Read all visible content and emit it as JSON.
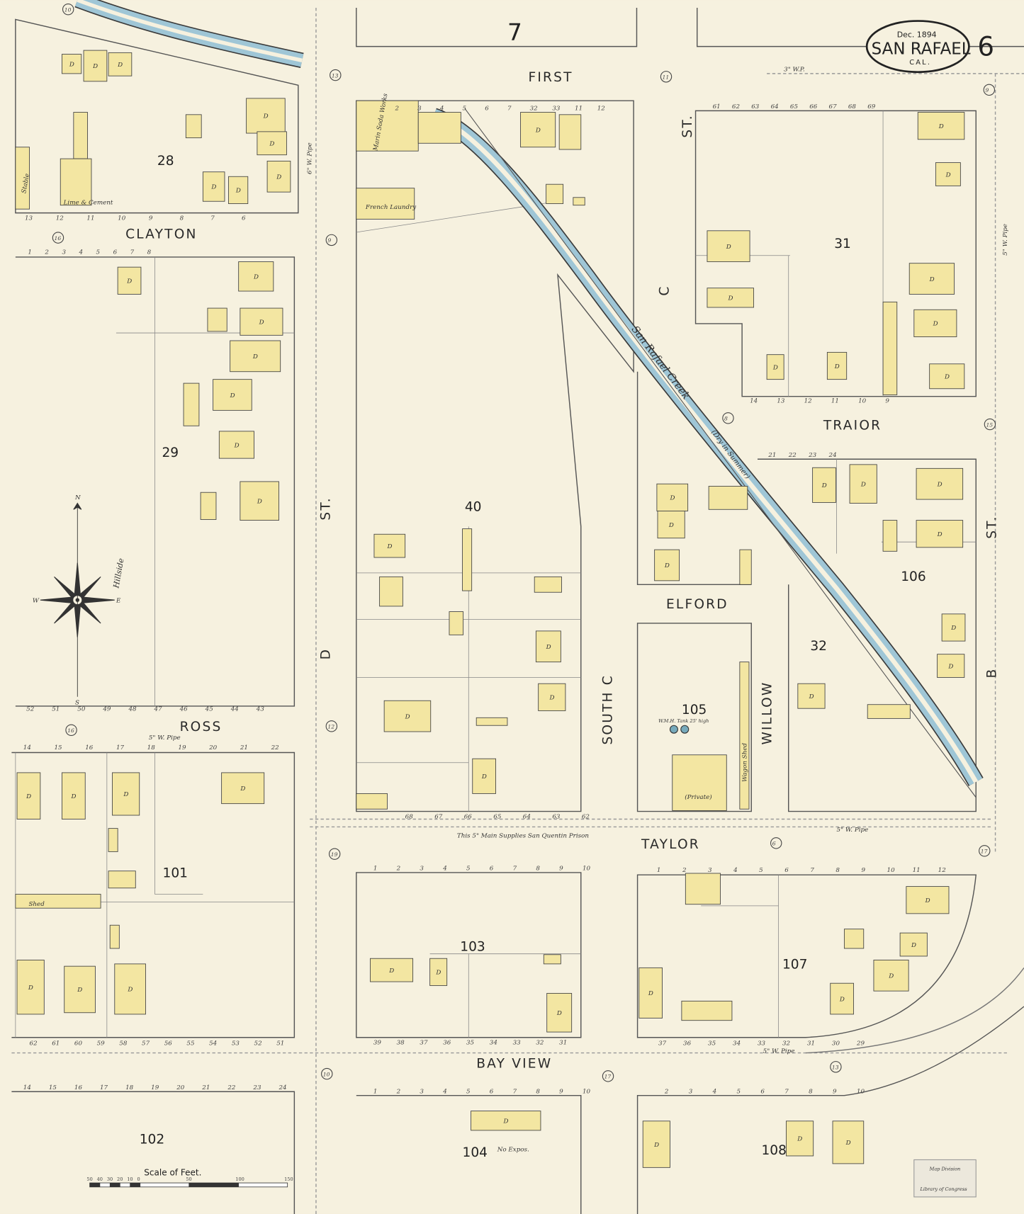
{
  "title": {
    "date": "Dec. 1894",
    "city": "SAN RAFAEL",
    "state": "CAL.",
    "sheet_number": "6"
  },
  "streets": {
    "first": "FIRST",
    "clayton": "CLAYTON",
    "ross": "ROSS",
    "taylor": "TAYLOR",
    "bay_view": "BAY VIEW",
    "traior": "TRAIOR",
    "elford": "ELFORD",
    "d_st_1": "ST.",
    "d_st_2": "D",
    "c_st_1": "ST.",
    "c_st_2": "C",
    "south_c": "SOUTH C",
    "willow": "WILLOW",
    "b_st_1": "ST.",
    "b_st_2": "B"
  },
  "blocks": {
    "b7": "7",
    "b28": "28",
    "b29": "29",
    "b40": "40",
    "b31": "31",
    "b106": "106",
    "b32": "32",
    "b105": "105",
    "b101": "101",
    "b103": "103",
    "b107": "107",
    "b102": "102",
    "b104": "104",
    "b108": "108"
  },
  "creek": {
    "name": "San Rafael Creek",
    "note": "(Dry in Summer)"
  },
  "compass": {
    "n": "N",
    "s": "S",
    "e": "E",
    "w": "W"
  },
  "hillside": "Hillside",
  "scale": {
    "title": "Scale of Feet.",
    "ticks": [
      "50",
      "40",
      "30",
      "20",
      "10",
      "0",
      "50",
      "100",
      "150"
    ]
  },
  "notes": {
    "soda_works": "Marin Soda Works",
    "french_laundry": "French Laundry",
    "lime_cement": "Lime & Cement",
    "stable": "Stable",
    "san_quentin": "This 5\" Main Supplies San Quentin Prison",
    "no_expos": "No Expos.",
    "private": "(Private)",
    "wagon_shed": "Wagon Shed",
    "tank": "W.M.H. Tank 25' high",
    "pipe_5_ross": "5\" W. Pipe",
    "pipe_6_d": "6\" W. Pipe",
    "pipe_5_taylor": "5\" W. Pipe",
    "pipe_5_bayview": "5\" W. Pipe",
    "pipe_5_b": "5\" W. Pipe",
    "pipe_3_first": "3\" W.P.",
    "shed": "Shed"
  },
  "dwelling_label": "D",
  "lot_numbers": {
    "block102_north": [
      "14",
      "15",
      "16",
      "17",
      "18",
      "19",
      "20",
      "21",
      "22",
      "23",
      "24"
    ],
    "block101_north": [
      "14",
      "15",
      "16",
      "17",
      "18",
      "19",
      "20",
      "21",
      "22"
    ],
    "block101_south": [
      "62",
      "61",
      "60",
      "59",
      "58",
      "57",
      "56",
      "55",
      "54",
      "53",
      "52",
      "51"
    ],
    "block29_north": [
      "1",
      "2",
      "3",
      "4",
      "5",
      "6",
      "7",
      "8"
    ],
    "block29_south": [
      "52",
      "51",
      "50",
      "49",
      "48",
      "47",
      "46",
      "45",
      "44",
      "43"
    ],
    "block28_south": [
      "13",
      "12",
      "11",
      "10",
      "9",
      "8",
      "7",
      "6"
    ],
    "block40_north": [
      "2",
      "3",
      "4",
      "5",
      "6",
      "7",
      "32",
      "33",
      "11",
      "12"
    ],
    "block40_south": [
      "68",
      "67",
      "66",
      "65",
      "64",
      "63",
      "62"
    ],
    "block31_north": [
      "61",
      "62",
      "63",
      "64",
      "65",
      "66",
      "67",
      "68",
      "69"
    ],
    "block31_south": [
      "14",
      "13",
      "12",
      "11",
      "10",
      "9"
    ],
    "block106_north": [
      "21",
      "22",
      "23",
      "24"
    ],
    "block103_north": [
      "1",
      "2",
      "3",
      "4",
      "5",
      "6",
      "7",
      "8",
      "9",
      "10"
    ],
    "block103_south": [
      "39",
      "38",
      "37",
      "36",
      "35",
      "34",
      "33",
      "32",
      "31"
    ],
    "block107_north": [
      "1",
      "2",
      "3",
      "4",
      "5",
      "6",
      "7",
      "8",
      "9",
      "10",
      "11",
      "12"
    ],
    "block107_south": [
      "37",
      "36",
      "35",
      "34",
      "33",
      "32",
      "31",
      "30",
      "29"
    ],
    "block104_north": [
      "1",
      "2",
      "3",
      "4",
      "5",
      "6",
      "7",
      "8",
      "9",
      "10"
    ],
    "block108_north": [
      "2",
      "3",
      "4",
      "5",
      "6",
      "7",
      "8",
      "9",
      "10"
    ]
  },
  "hydrant_numbers": [
    "10",
    "13",
    "11",
    "16",
    "9",
    "8",
    "15",
    "19",
    "16",
    "12",
    "6",
    "17",
    "10",
    "13",
    "17",
    "9"
  ],
  "stamp": {
    "line1": "Map Division",
    "line2": "Library of Congress"
  },
  "colors": {
    "paper": "#f6f1df",
    "frame": "#a7aa8f",
    "building": "#f3e6a2",
    "creek": "#9fc6d6",
    "outline": "#3a3a3a"
  }
}
